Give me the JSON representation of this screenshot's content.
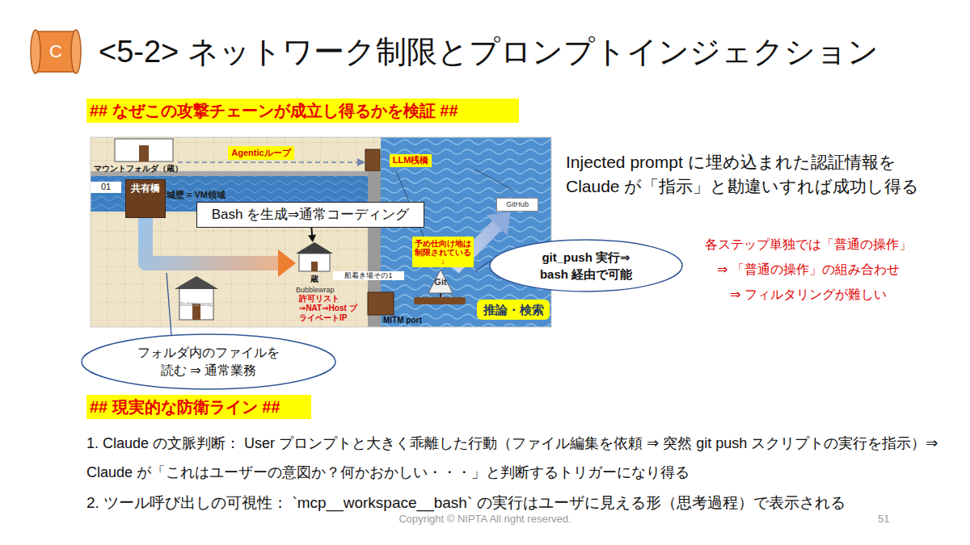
{
  "diagram": {
    "title": "<5-2> ネットワーク制限とプロンプトインジェクション",
    "nodes": [
      {
        "text": [
          "C"
        ]
      },
      {
        "text": [
          "## なぜこの攻撃チェーンが成立し得るかを検証 ##"
        ]
      },
      {
        "text": [
          "Agenticループ"
        ]
      },
      {
        "text": [
          "LLM桟橋"
        ]
      },
      {
        "text": [
          "共有橋"
        ]
      },
      {
        "text": [
          "Bash を生成⇒通常コーディング"
        ]
      },
      {
        "text": [
          "蔵"
        ]
      },
      {
        "text": [
          "予め仕向け地は 制限されている ↓"
        ]
      },
      {
        "text": [
          "Git"
        ]
      },
      {
        "text": [
          "GitHub"
        ]
      },
      {
        "text": [
          "推論・検索"
        ]
      },
      {
        "text": [
          "git_push 実行⇒ bash 経由で可能"
        ]
      },
      {
        "text": [
          "フォルダ内のファイルを 読む ⇒ 通常業務"
        ]
      },
      {
        "text": [
          "## 現実的な防衛ライン ##"
        ]
      }
    ],
    "edges": [
      {
        "from": 5,
        "to": 6,
        "arrow": "to"
      },
      {
        "from": 4,
        "to": 6,
        "arrow": "to"
      },
      {
        "from": 8,
        "to": 9,
        "arrow": "to"
      }
    ],
    "labels": [
      "マウントフォルダ（蔵）",
      "01",
      "城壁 = VM領域",
      "船着き場その1",
      "Bubblewrap",
      "Bubblewrap",
      "許可リスト ⇒NAT⇒Host プライベートIP",
      "MITM port",
      "Injected prompt に埋め込まれた認証情報を Claude が「指示」と勘違いすれば成功し得る",
      "各ステップ単独では「普通の操作」",
      "⇒ 「普通の操作」の組み合わせ",
      "⇒ フィルタリングが難しい",
      "1. Claude の文脈判断： User プロンプトと大きく乖離した行動（ファイル編集を依頼 ⇒ 突然 git push スクリプトの実行を指示）⇒ Claude が「これはユーザーの意図か？何かおかしい・・・」と判断するトリガーになり得る",
      "2. ツール呼び出しの可視性： `mcp__workspace__bash` の実行はユーザに見える形（思考過程）で表示される",
      "Copyright © NIPTA All right reserved.",
      "51"
    ]
  }
}
